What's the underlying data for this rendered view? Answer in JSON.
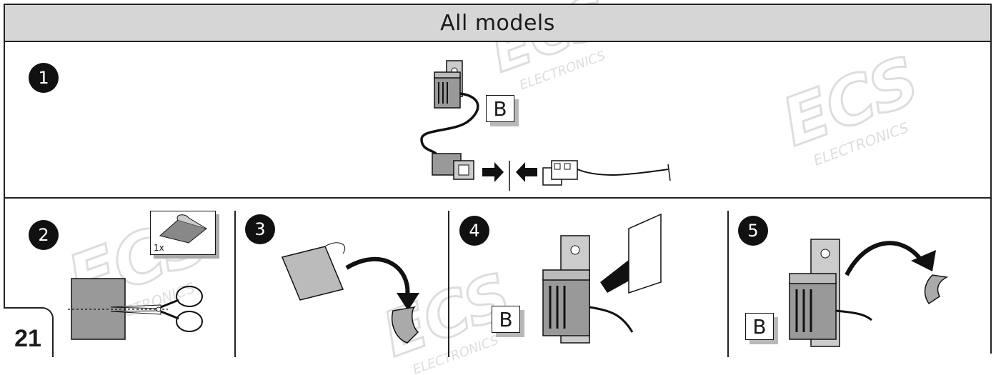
{
  "header": {
    "title": "All models"
  },
  "steps": [
    {
      "number": "1"
    },
    {
      "number": "2",
      "inset_label": "1x"
    },
    {
      "number": "3"
    },
    {
      "number": "4"
    },
    {
      "number": "5"
    }
  ],
  "labels": {
    "b_callout": "B"
  },
  "page_number": "21",
  "watermark": {
    "main": "ECS",
    "sub": "ELECTRONICS"
  }
}
